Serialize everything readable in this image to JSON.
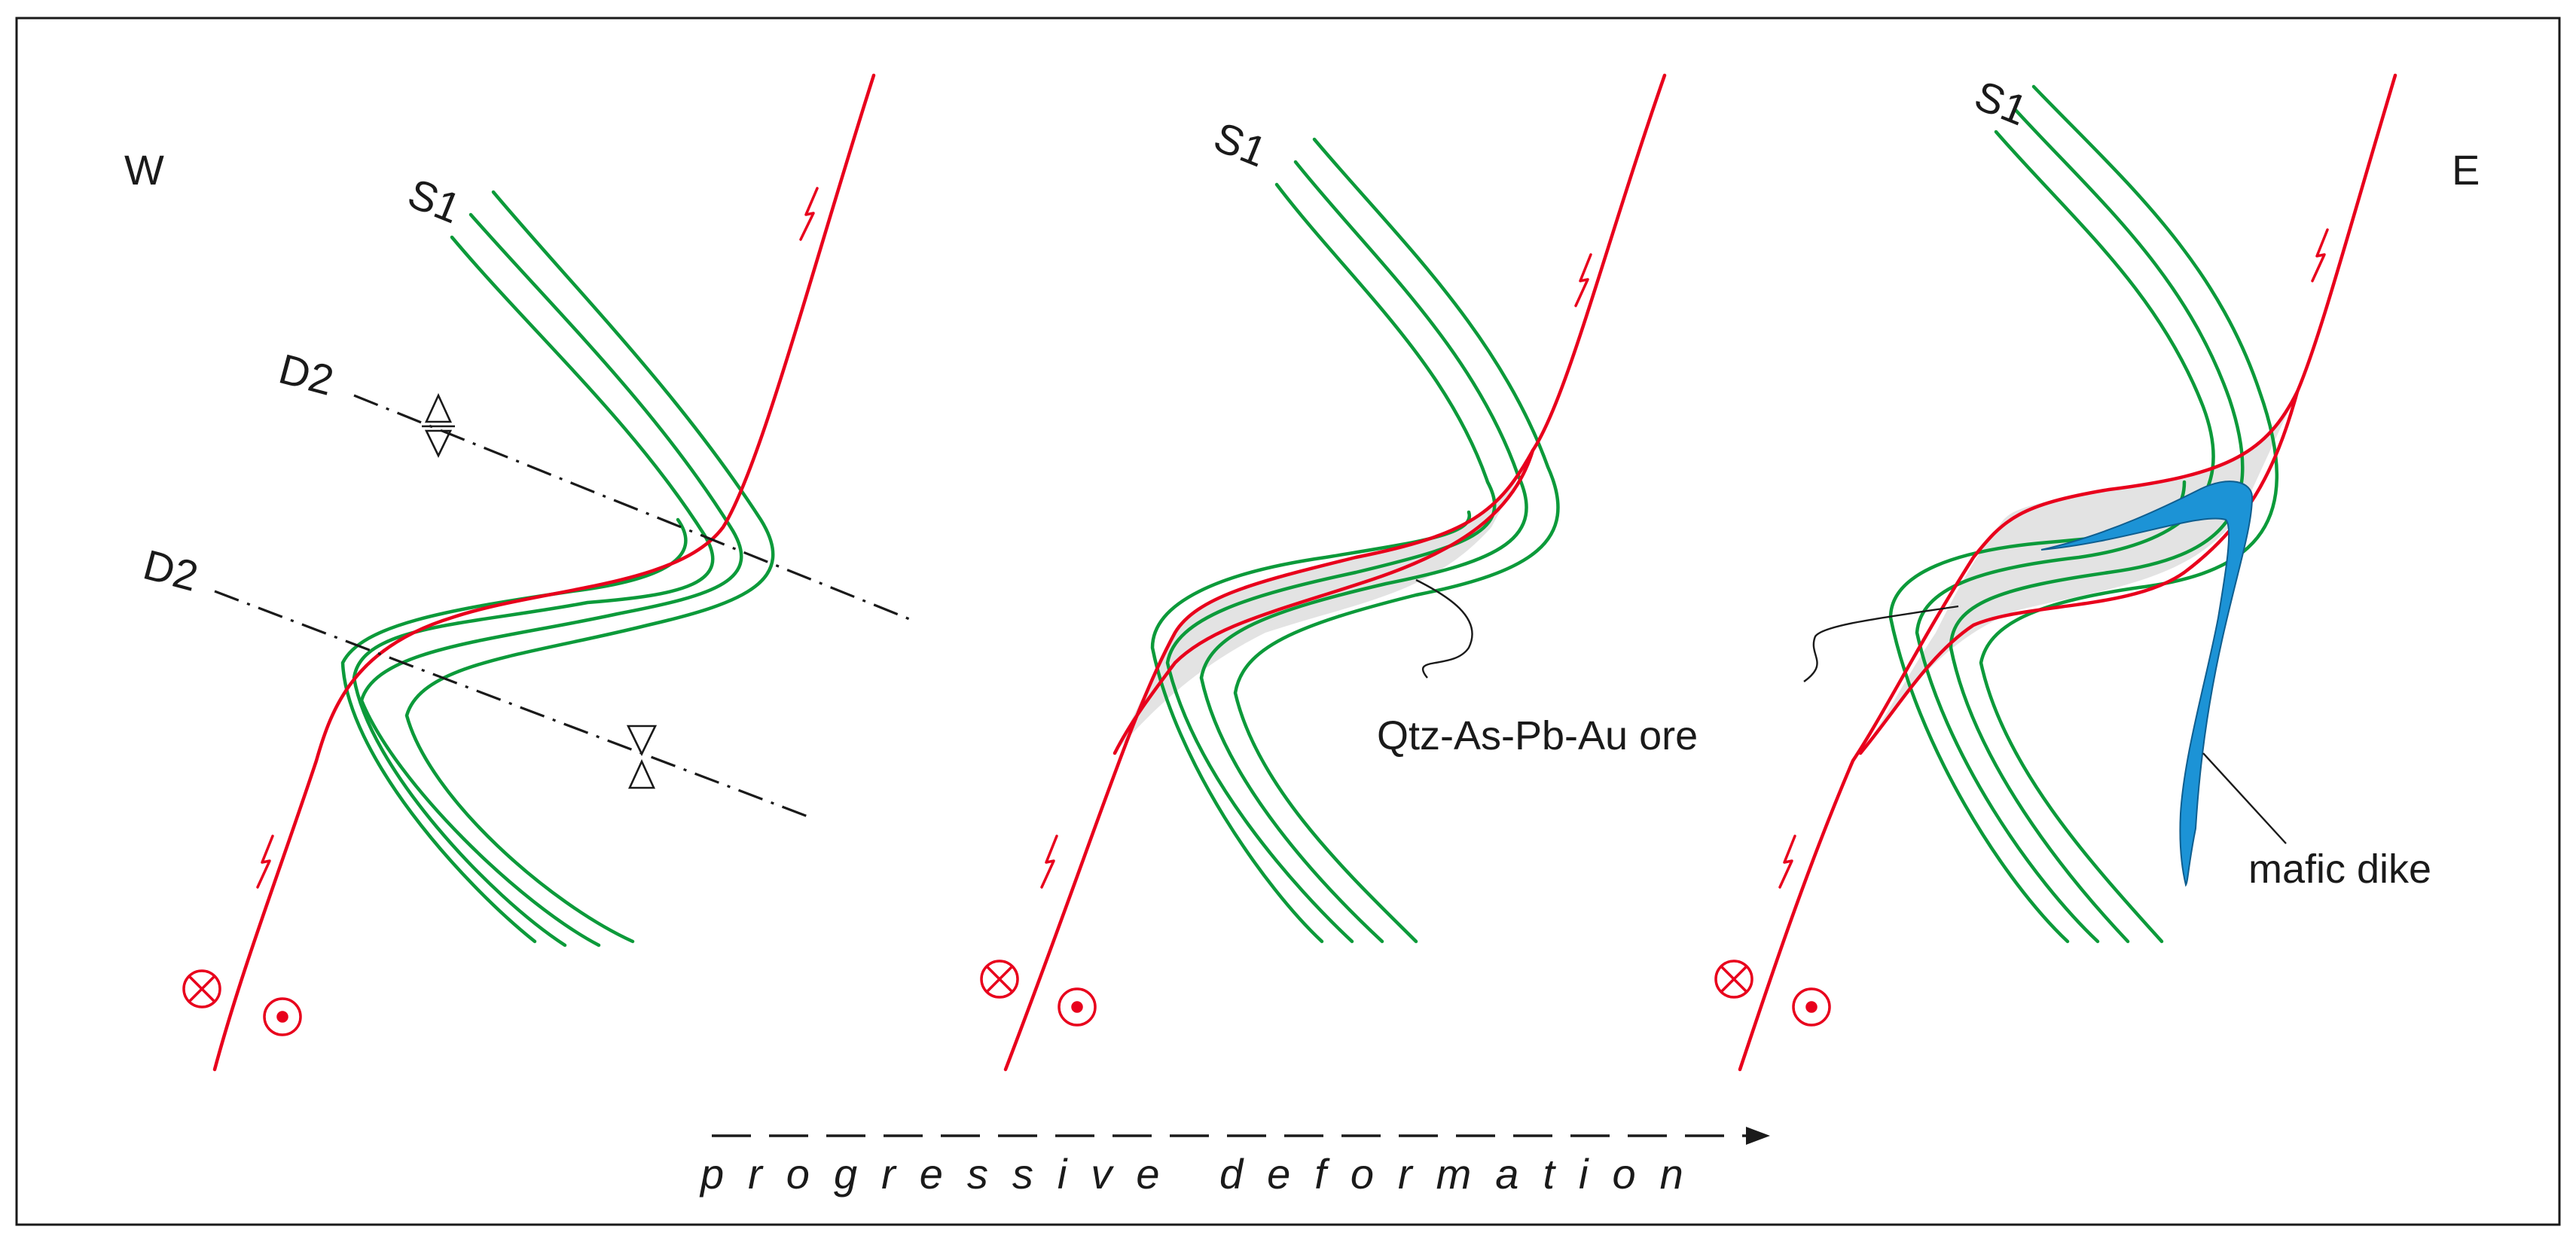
{
  "labels": {
    "west": "W",
    "east": "E",
    "s1": "S1",
    "d2": "D2",
    "ore": "Qtz-As-Pb-Au ore",
    "dike": "mafic dike",
    "progress": "progressive deformation"
  },
  "colors": {
    "fault": "#e8001c",
    "foliation": "#0c9a3a",
    "ore": "#e3e3e3",
    "dike": "#1c93d6",
    "text": "#1a1a1a"
  }
}
